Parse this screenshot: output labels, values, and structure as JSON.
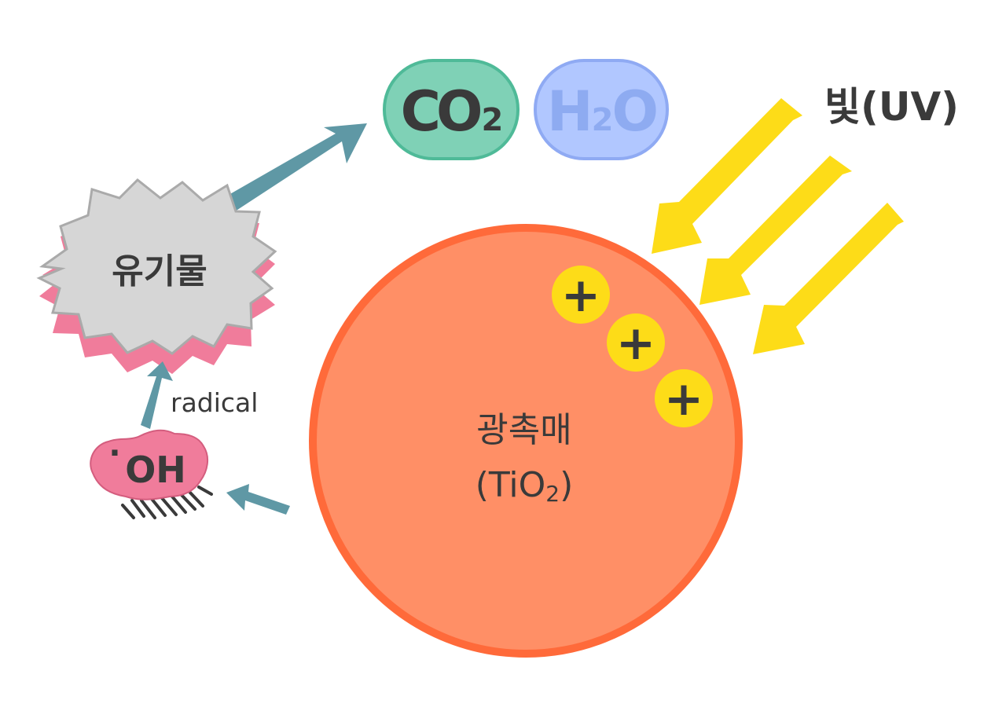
{
  "light": {
    "label": "빛(UV)"
  },
  "products": {
    "co2": {
      "main": "CO",
      "sub": "2"
    },
    "h2o": {
      "main_h": "H",
      "sub": "2",
      "main_o": "O"
    }
  },
  "organic": {
    "label": "유기물"
  },
  "radical": {
    "label": "radical"
  },
  "hydroxyl": {
    "dot": "·",
    "label": "OH"
  },
  "catalyst": {
    "name": "광촉매",
    "formula_open": "(TiO",
    "formula_sub": "2",
    "formula_close": ")"
  },
  "holes": [
    {
      "symbol": "+"
    },
    {
      "symbol": "+"
    },
    {
      "symbol": "+"
    }
  ],
  "colors": {
    "arrow": "#5f98a5",
    "uv": "#fddc18",
    "catalyst_fill": "#ff8f66",
    "catalyst_stroke": "#ff6a3a",
    "co2_fill": "#7fd1b6",
    "co2_stroke": "#4fba98",
    "h2o_fill": "#b1c7ff",
    "h2o_stroke": "#8faaf3",
    "h2o_text": "#8eabf1",
    "burst_fill": "#d6d6d6",
    "burst_stroke": "#aaaaaa",
    "pink": "#f07c9b",
    "text_dark": "#3a3a3a"
  }
}
